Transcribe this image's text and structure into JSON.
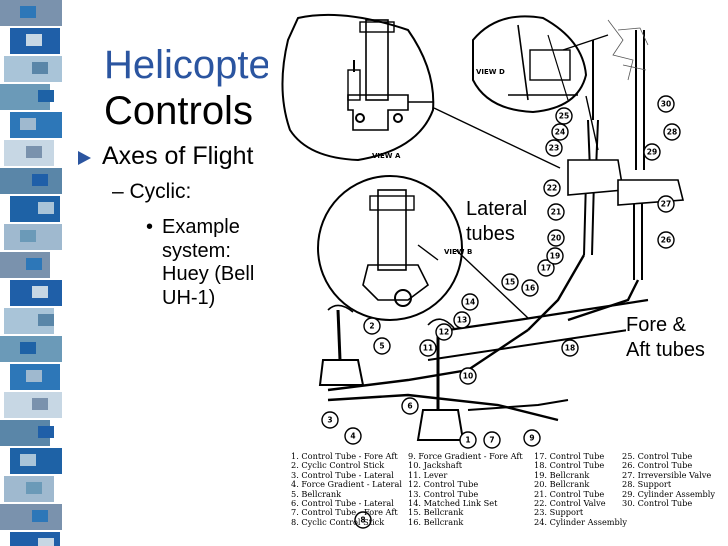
{
  "slide": {
    "title_line1": "Helicopter",
    "title_line2": "Controls",
    "bullet1": "Axes of Flight",
    "bullet2": "– Cyclic:",
    "bullet3_dot": "•",
    "bullet3_lines": [
      "Example",
      "system:",
      "Huey (Bell",
      "UH-1)"
    ]
  },
  "colors": {
    "title": "#2b55a0",
    "stripes": [
      "#7a92ad",
      "#1f5fa8",
      "#a9c4d8",
      "#6b9ab8",
      "#2d77b8",
      "#c7d7e4",
      "#5a86a8",
      "#1e62a6",
      "#9fb9cf"
    ]
  },
  "diagram": {
    "callout_lateral": [
      "Lateral",
      "tubes"
    ],
    "callout_fore": [
      "Fore &",
      "Aft tubes"
    ],
    "view_a": "VIEW A",
    "view_b": "VIEW B",
    "view_d": "VIEW D",
    "numbers": [
      "1",
      "2",
      "3",
      "4",
      "5",
      "6",
      "7",
      "8",
      "9",
      "10",
      "11",
      "12",
      "13",
      "14",
      "15",
      "16",
      "17",
      "18",
      "19",
      "20",
      "21",
      "22",
      "23",
      "24",
      "25",
      "26",
      "27",
      "28",
      "29",
      "30"
    ],
    "legend_col1": [
      "1. Control Tube - Fore Aft",
      "2. Cyclic Control Stick",
      "3. Control Tube - Lateral",
      "4. Force Gradient - Lateral",
      "5. Bellcrank",
      "6. Control Tube - Lateral",
      "7. Control Tube - Fore Aft",
      "8. Cyclic Control Stick"
    ],
    "legend_col2": [
      "9. Force Gradient - Fore Aft",
      "10. Jackshaft",
      "11. Lever",
      "12. Control Tube",
      "13. Control Tube",
      "14. Matched Link Set",
      "15. Bellcrank",
      "16. Bellcrank"
    ],
    "legend_col3": [
      "17. Control Tube",
      "18. Control Tube",
      "19. Bellcrank",
      "20. Bellcrank",
      "21. Control Tube",
      "22. Control Valve",
      "23. Support",
      "24. Cylinder Assembly"
    ],
    "legend_col4": [
      "25. Control Tube",
      "26. Control Tube",
      "27. Irreversible Valve",
      "28. Support",
      "29. Cylinder Assembly",
      "30. Control Tube"
    ]
  }
}
